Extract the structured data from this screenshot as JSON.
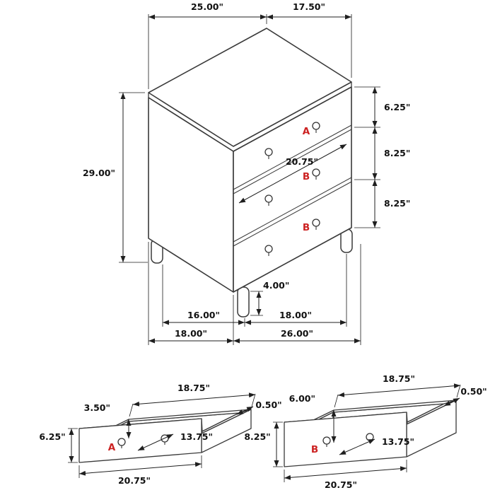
{
  "colors": {
    "line": "#3a3a3a",
    "dimension": "#1f1f1f",
    "drawer_label": "#cc2222"
  },
  "chest": {
    "dims": {
      "top_width": "25.00\"",
      "top_depth": "17.50\"",
      "overall_height": "29.00\"",
      "drawer_a_front_height": "6.25\"",
      "drawer_b1_front_height": "8.25\"",
      "drawer_b2_front_height": "8.25\"",
      "drawer_front_width": "20.75\"",
      "leg_height": "4.00\"",
      "leg_span_depth": "16.00\"",
      "leg_span_width": "18.00\"",
      "base_depth": "18.00\"",
      "base_width": "26.00\""
    },
    "labels": {
      "top_drawer": "A",
      "middle_drawer": "B",
      "bottom_drawer": "B"
    }
  },
  "drawer_a_detail": {
    "label": "A",
    "dims": {
      "side_height": "3.50\"",
      "inner_length": "18.75\"",
      "wall_thickness": "0.50\"",
      "front_height": "6.25\"",
      "inner_depth": "13.75\"",
      "front_width": "20.75\""
    }
  },
  "drawer_b_detail": {
    "label": "B",
    "dims": {
      "side_height": "6.00\"",
      "inner_length": "18.75\"",
      "wall_thickness": "0.50\"",
      "front_height": "8.25\"",
      "inner_depth": "13.75\"",
      "front_width": "20.75\""
    }
  }
}
